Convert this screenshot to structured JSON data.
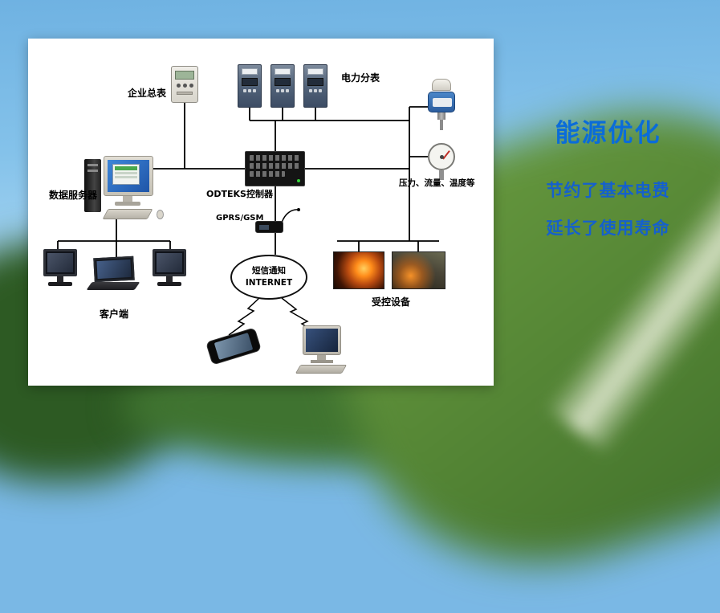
{
  "side_text": {
    "title": "能源优化",
    "benefit1": "节约了基本电费",
    "benefit2": "延长了使用寿命"
  },
  "diagram": {
    "enterprise_meter_label": "企业总表",
    "submeter_label": "电力分表",
    "controller_label": "ODTEKS控制器",
    "gprs_label": "GPRS/GSM",
    "server_label": "数据服务器",
    "client_label": "客户端",
    "sensor_label": "压力、流量、温度等",
    "equipment_label": "受控设备",
    "cloud_line1": "短信通知",
    "cloud_line2": "INTERNET"
  },
  "colors": {
    "title_blue": "#0a6cd9",
    "benefit_blue": "#1560cd",
    "line_color": "#000000"
  }
}
